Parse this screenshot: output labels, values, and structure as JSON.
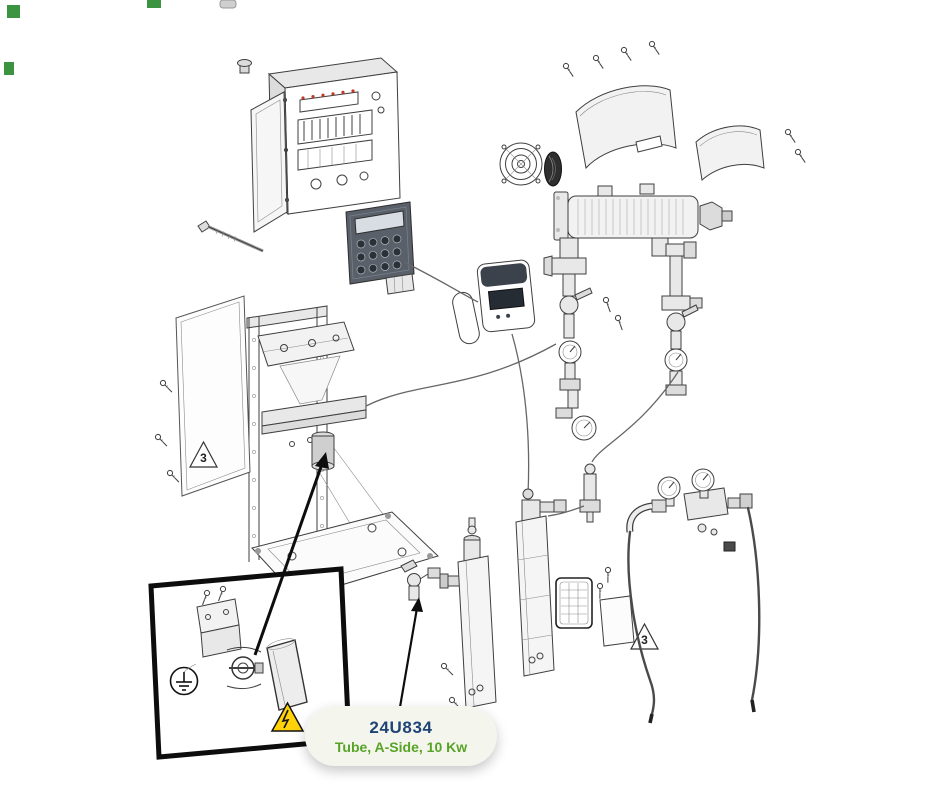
{
  "theme": {
    "accent-blue": "#1e4476",
    "accent-green": "#58a327",
    "marker-green": "#3c9440",
    "pill-bg": "#f4f6ee",
    "hazard-yellow": "#ffd20a"
  },
  "callout": {
    "part_number": "24U834",
    "description": "Tube, A-Side, 10 Kw"
  },
  "annotations": {
    "frame_triangle_label": "3",
    "right_triangle_label": "3"
  }
}
